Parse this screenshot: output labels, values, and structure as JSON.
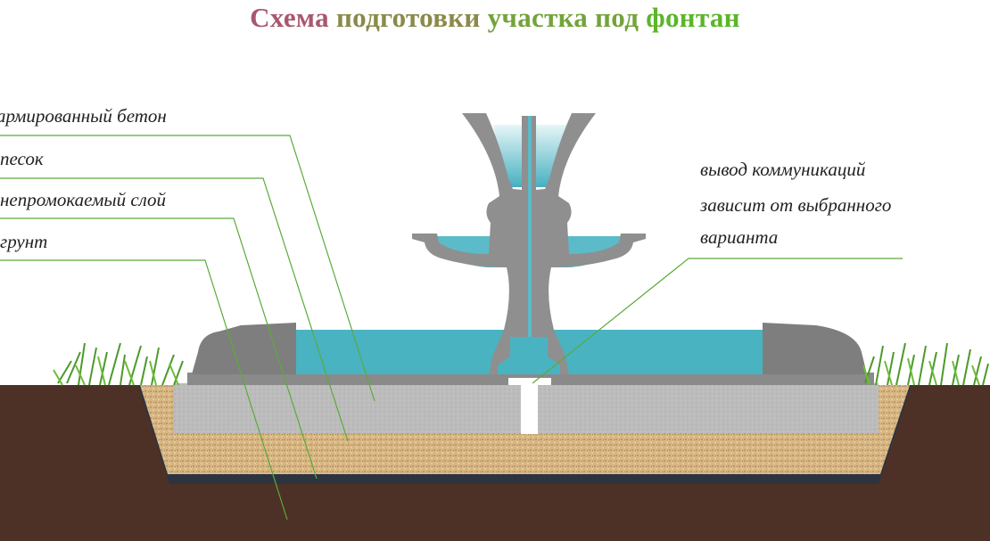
{
  "title": {
    "w1": "Схема",
    "w2": "подготовки",
    "w3": "участка под",
    "w4": "фонтан"
  },
  "labels": {
    "concrete": "армированный бетон",
    "sand": "песок",
    "waterproof": "непромокаемый слой",
    "soil": "грунт",
    "utilities_1": "вывод коммуникаций",
    "utilities_2": "зависит от выбранного",
    "utilities_3": "варианта"
  },
  "colors": {
    "soil": "#4d3127",
    "sand": "#d9b98a",
    "concrete": "#b9b9b9",
    "water": "#4fb8c6",
    "stone": "#8a8a8a",
    "leader": "#6ab04c",
    "grass": "#4c9a2a"
  }
}
